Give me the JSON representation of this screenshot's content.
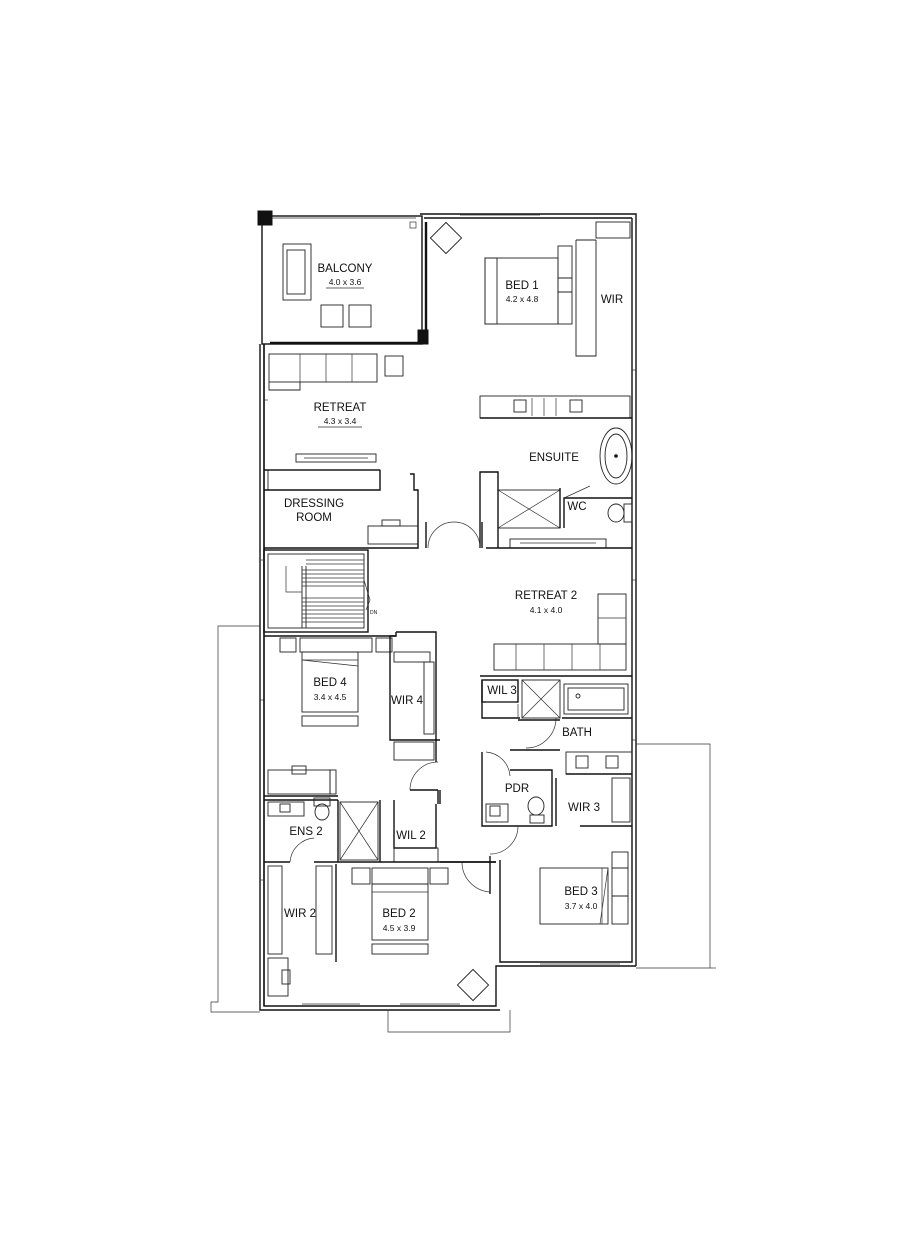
{
  "rooms": {
    "balcony": {
      "name": "BALCONY",
      "size": "4.0 x 3.6"
    },
    "bed1": {
      "name": "BED 1",
      "size": "4.2 x 4.8"
    },
    "wir": {
      "name": "WIR"
    },
    "retreat": {
      "name": "RETREAT",
      "size": "4.3 x 3.4"
    },
    "ensuite": {
      "name": "ENSUITE"
    },
    "dressing_line1": "DRESSING",
    "dressing_line2": "ROOM",
    "wc": {
      "name": "WC"
    },
    "retreat2": {
      "name": "RETREAT 2",
      "size": "4.1 x 4.0"
    },
    "stair_dn": "DN",
    "bed4": {
      "name": "BED 4",
      "size": "3.4 x 4.5"
    },
    "wir4": {
      "name": "WIR 4"
    },
    "wil3": {
      "name": "WIL 3"
    },
    "bath": {
      "name": "BATH"
    },
    "pdr": {
      "name": "PDR"
    },
    "wir3": {
      "name": "WIR 3"
    },
    "ens2": {
      "name": "ENS 2"
    },
    "wil2": {
      "name": "WIL 2"
    },
    "wir2": {
      "name": "WIR 2"
    },
    "bed2": {
      "name": "BED 2",
      "size": "4.5 x 3.9"
    },
    "bed3": {
      "name": "BED 3",
      "size": "3.7 x 4.0"
    }
  }
}
